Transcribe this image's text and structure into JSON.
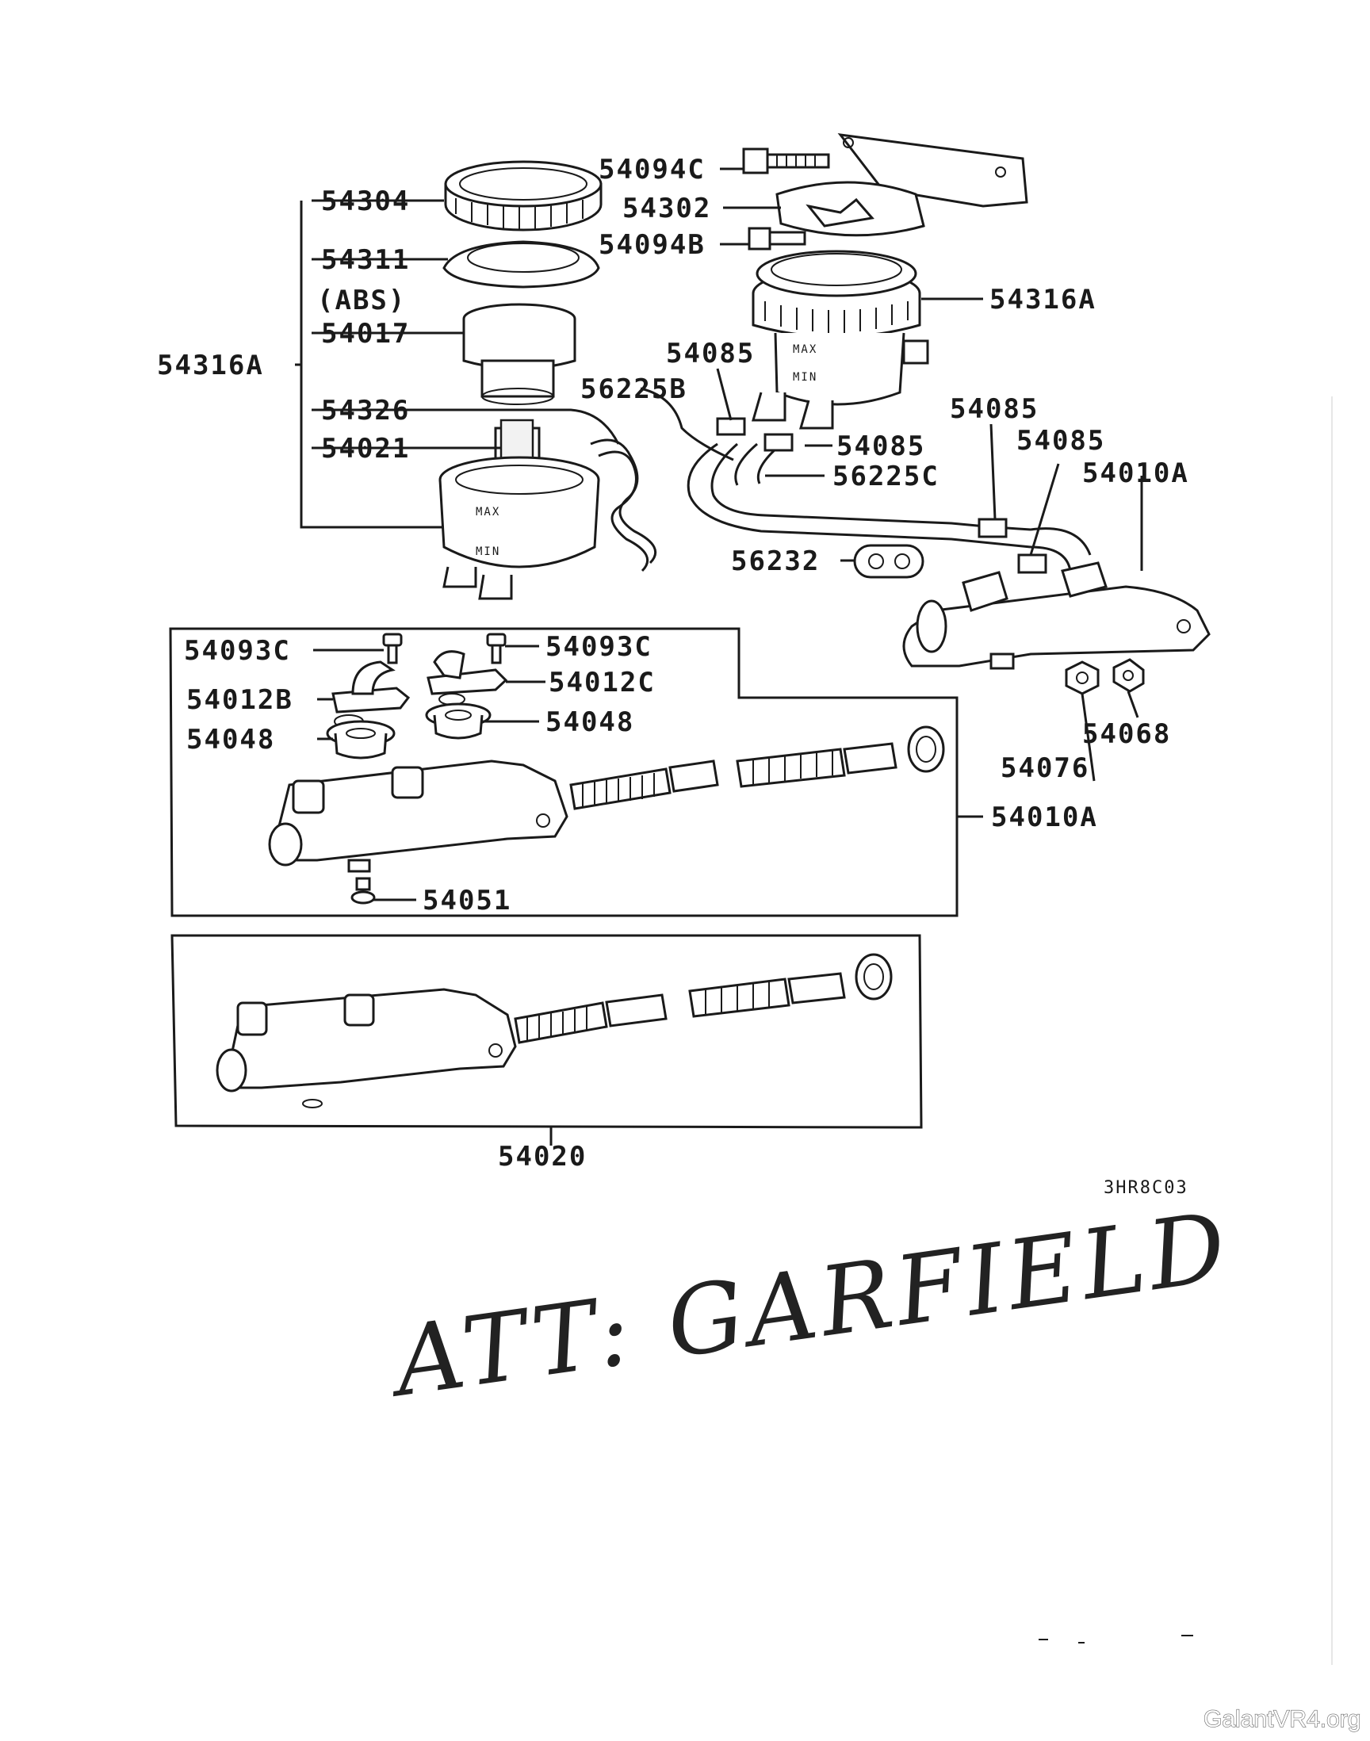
{
  "diagram": {
    "labels": {
      "l54094C": "54094C",
      "l54304": "54304",
      "l54302": "54302",
      "l54094B": "54094B",
      "l54311": "54311",
      "l54316A_right": "54316A",
      "abs": "(ABS)",
      "l54017": "54017",
      "l54316A_left": "54316A",
      "l54085_a": "54085",
      "l56225B": "56225B",
      "l54326": "54326",
      "l54085_b": "54085",
      "l54085_c": "54085",
      "l54021": "54021",
      "l54085_d": "54085",
      "l56225C": "56225C",
      "l54010A_top": "54010A",
      "l56232": "56232",
      "l54093C_left": "54093C",
      "l54093C_right": "54093C",
      "l54012C": "54012C",
      "l54012B": "54012B",
      "l54048_right": "54048",
      "l54048_left": "54048",
      "l54068": "54068",
      "l54076": "54076",
      "l54010A_mid": "54010A",
      "l54051": "54051",
      "l54020": "54020"
    },
    "drawing_code": "3HR8C03"
  },
  "annotations": {
    "handwritten_note": "ATT: GARFIELD"
  },
  "watermark": "GalantVR4.org"
}
